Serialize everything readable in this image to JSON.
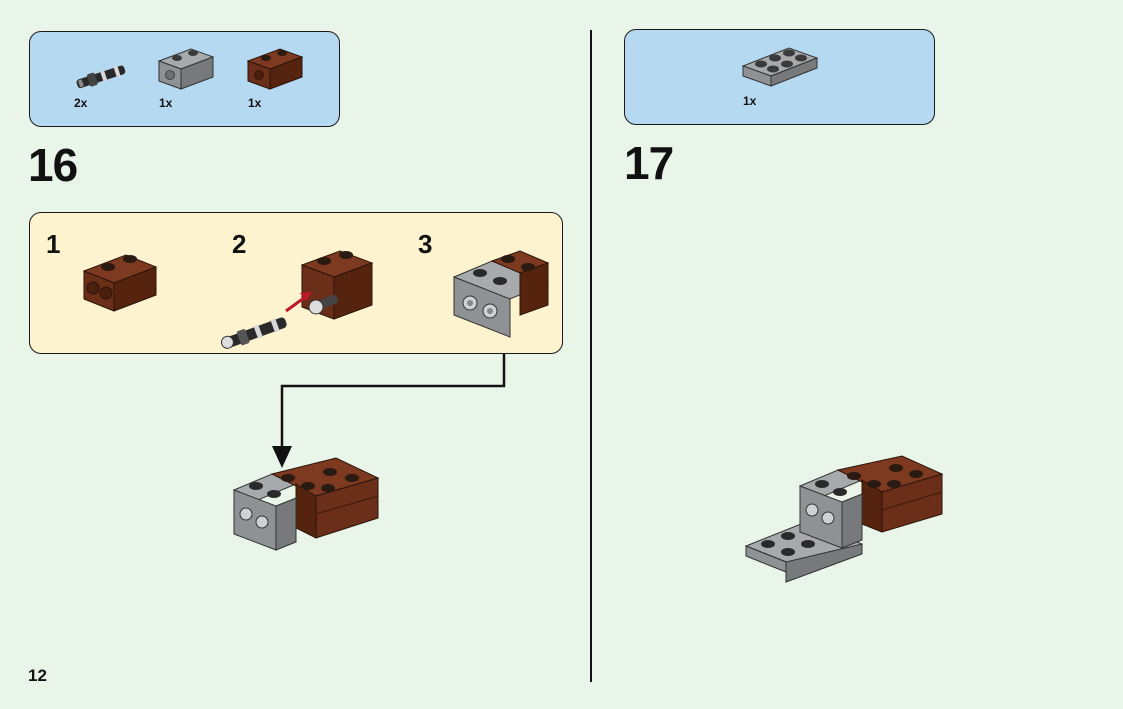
{
  "page": {
    "number": "12"
  },
  "step16": {
    "number": "16",
    "parts": [
      {
        "name": "axle-pin",
        "qty": "2x"
      },
      {
        "name": "gray-technic-brick",
        "qty": "1x"
      },
      {
        "name": "brown-technic-brick",
        "qty": "1x"
      }
    ],
    "substeps": [
      "1",
      "2",
      "3"
    ]
  },
  "step17": {
    "number": "17",
    "parts": [
      {
        "name": "gray-plate-2x3",
        "qty": "1x"
      }
    ]
  },
  "colors": {
    "background": "#eaf5ea",
    "parts_box": "#b6d9f2",
    "substep_box": "#fdf3cf",
    "brown_brick": "#6b2e18",
    "gray_brick": "#8f9294",
    "arrow_red": "#c0182a"
  }
}
